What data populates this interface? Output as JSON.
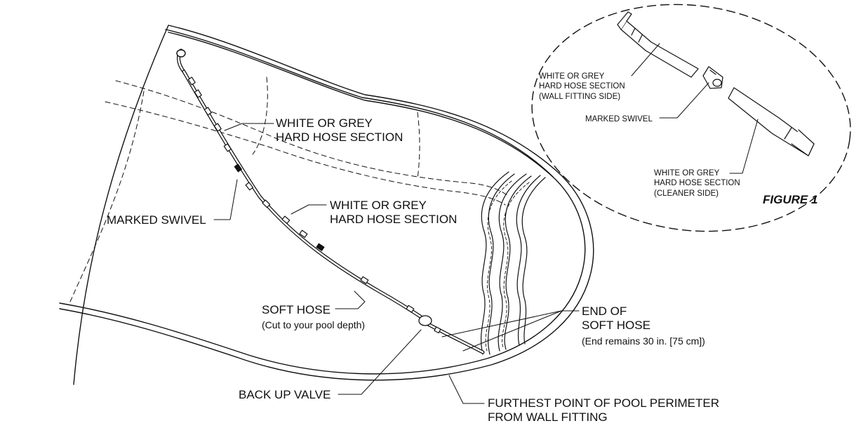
{
  "labels": {
    "hard_hose_upper_l1": "WHITE OR GREY",
    "hard_hose_upper_l2": "HARD HOSE SECTION",
    "hard_hose_lower_l1": "WHITE OR GREY",
    "hard_hose_lower_l2": "HARD HOSE SECTION",
    "marked_swivel": "MARKED SWIVEL",
    "soft_hose": "SOFT HOSE",
    "soft_hose_note": "(Cut to your pool depth)",
    "end_soft_hose_l1": "END OF",
    "end_soft_hose_l2": "SOFT HOSE",
    "end_soft_hose_note": "(End remains 30 in. [75 cm])",
    "back_up_valve": "BACK UP VALVE",
    "furthest_point_l1": "FURTHEST POINT OF POOL PERIMETER",
    "furthest_point_l2": "FROM WALL FITTING"
  },
  "figure1": {
    "title": "FIGURE 1",
    "wall_side_l1": "WHITE OR GREY",
    "wall_side_l2": "HARD HOSE SECTION",
    "wall_side_l3": "(WALL FITTING SIDE)",
    "marked_swivel": "MARKED SWIVEL",
    "cleaner_side_l1": "WHITE OR GREY",
    "cleaner_side_l2": "HARD HOSE SECTION",
    "cleaner_side_l3": "(CLEANER SIDE)"
  }
}
